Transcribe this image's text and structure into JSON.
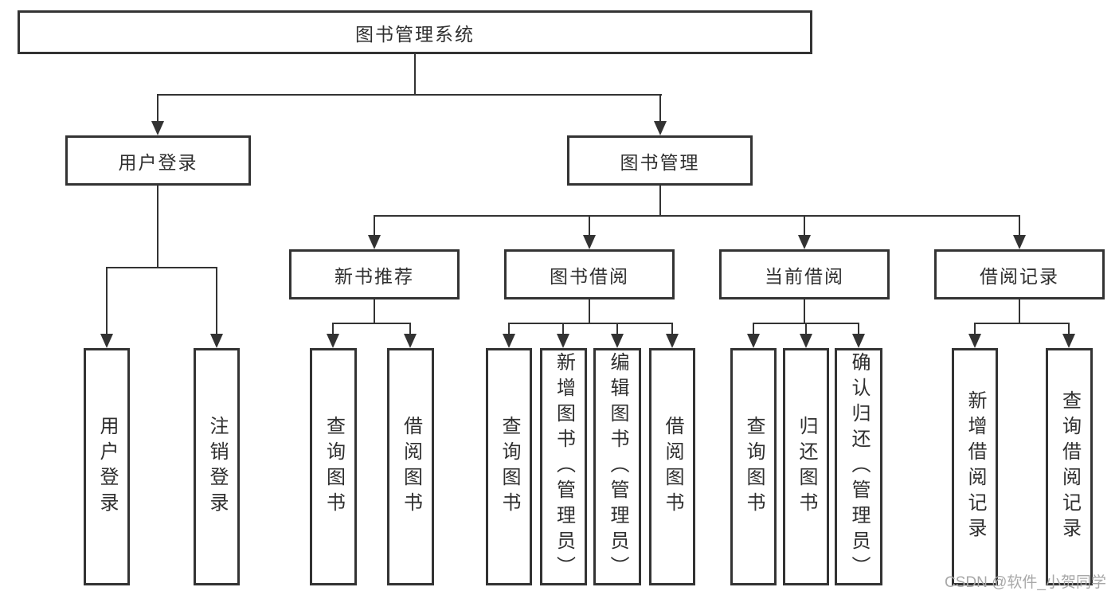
{
  "diagram": {
    "root": {
      "label": "图书管理系统"
    },
    "branches": [
      {
        "label": "用户登录",
        "children": [
          {
            "label": "用户登录"
          },
          {
            "label": "注销登录"
          }
        ]
      },
      {
        "label": "图书管理",
        "children": [
          {
            "label": "新书推荐",
            "children": [
              {
                "label": "查询图书"
              },
              {
                "label": "借阅图书"
              }
            ]
          },
          {
            "label": "图书借阅",
            "children": [
              {
                "label": "查询图书"
              },
              {
                "label": "新增图书（管理员）"
              },
              {
                "label": "编辑图书（管理员）"
              },
              {
                "label": "借阅图书"
              }
            ]
          },
          {
            "label": "当前借阅",
            "children": [
              {
                "label": "查询图书"
              },
              {
                "label": "归还图书"
              },
              {
                "label": "确认归还（管理员）"
              }
            ]
          },
          {
            "label": "借阅记录",
            "children": [
              {
                "label": "新增借阅记录"
              },
              {
                "label": "查询借阅记录"
              }
            ]
          }
        ]
      }
    ]
  },
  "watermark": {
    "text": "CSDN @软件_小贺同学"
  },
  "colors": {
    "line": "#333333",
    "text": "#2f2f2f",
    "watermark": "#a8a8a8",
    "background": "#ffffff"
  }
}
